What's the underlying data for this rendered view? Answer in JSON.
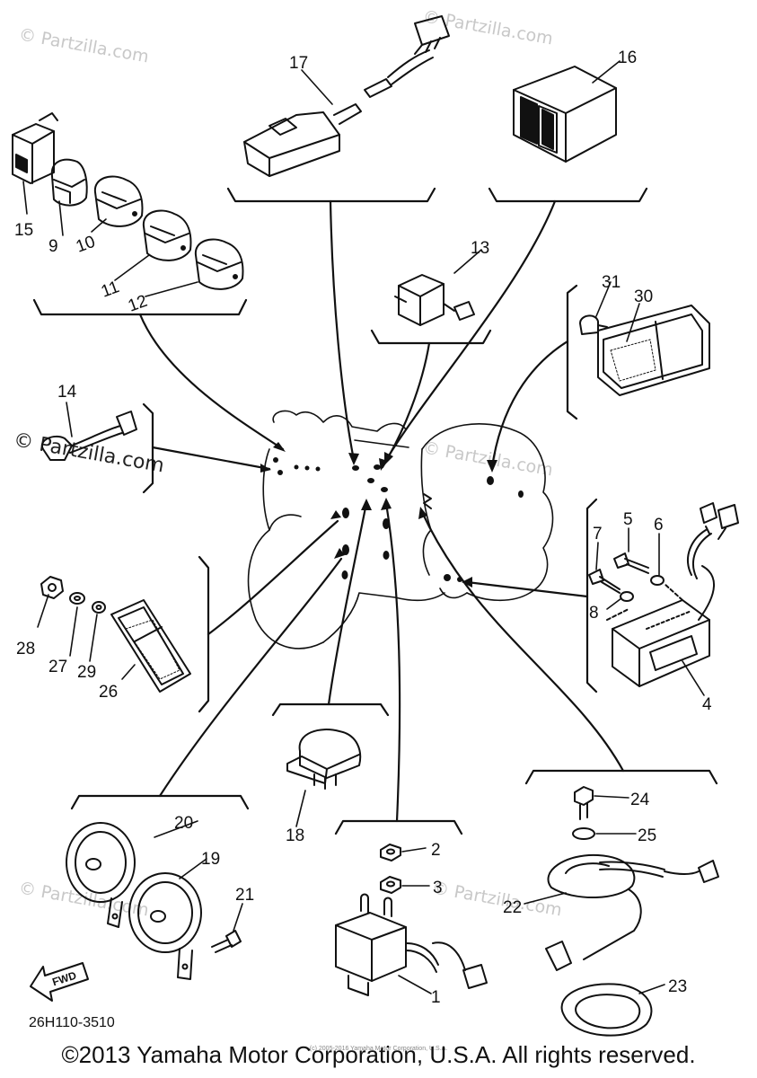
{
  "callouts": [
    {
      "id": "label-1",
      "text": "1"
    },
    {
      "id": "label-2",
      "text": "2"
    },
    {
      "id": "label-3",
      "text": "3"
    },
    {
      "id": "label-4",
      "text": "4"
    },
    {
      "id": "label-5",
      "text": "5"
    },
    {
      "id": "label-6",
      "text": "6"
    },
    {
      "id": "label-7",
      "text": "7"
    },
    {
      "id": "label-8",
      "text": "8"
    },
    {
      "id": "label-9",
      "text": "9"
    },
    {
      "id": "label-10",
      "text": "10"
    },
    {
      "id": "label-11",
      "text": "11"
    },
    {
      "id": "label-12",
      "text": "12"
    },
    {
      "id": "label-13",
      "text": "13"
    },
    {
      "id": "label-14",
      "text": "14"
    },
    {
      "id": "label-15",
      "text": "15"
    },
    {
      "id": "label-16",
      "text": "16"
    },
    {
      "id": "label-17",
      "text": "17"
    },
    {
      "id": "label-18",
      "text": "18"
    },
    {
      "id": "label-19",
      "text": "19"
    },
    {
      "id": "label-20",
      "text": "20"
    },
    {
      "id": "label-21",
      "text": "21"
    },
    {
      "id": "label-22",
      "text": "22"
    },
    {
      "id": "label-23",
      "text": "23"
    },
    {
      "id": "label-24",
      "text": "24"
    },
    {
      "id": "label-25",
      "text": "25"
    },
    {
      "id": "label-26",
      "text": "26"
    },
    {
      "id": "label-27",
      "text": "27"
    },
    {
      "id": "label-28",
      "text": "28"
    },
    {
      "id": "label-29",
      "text": "29"
    },
    {
      "id": "label-30",
      "text": "30"
    },
    {
      "id": "label-31",
      "text": "31"
    }
  ],
  "fwd_label": "FWD",
  "part_code": "26H110-3510",
  "copyright": "©2013 Yamaha Motor Corporation, U.S.A. All rights reserved.",
  "small_note": "(c) 2005-2016 Yamaha Motor Corporation, U.S.A.",
  "watermark": "© Partzilla.com",
  "watermark_large": "© Partzilla.com",
  "colors": {
    "ink": "#111111",
    "watermark": "#c8c8c8"
  }
}
